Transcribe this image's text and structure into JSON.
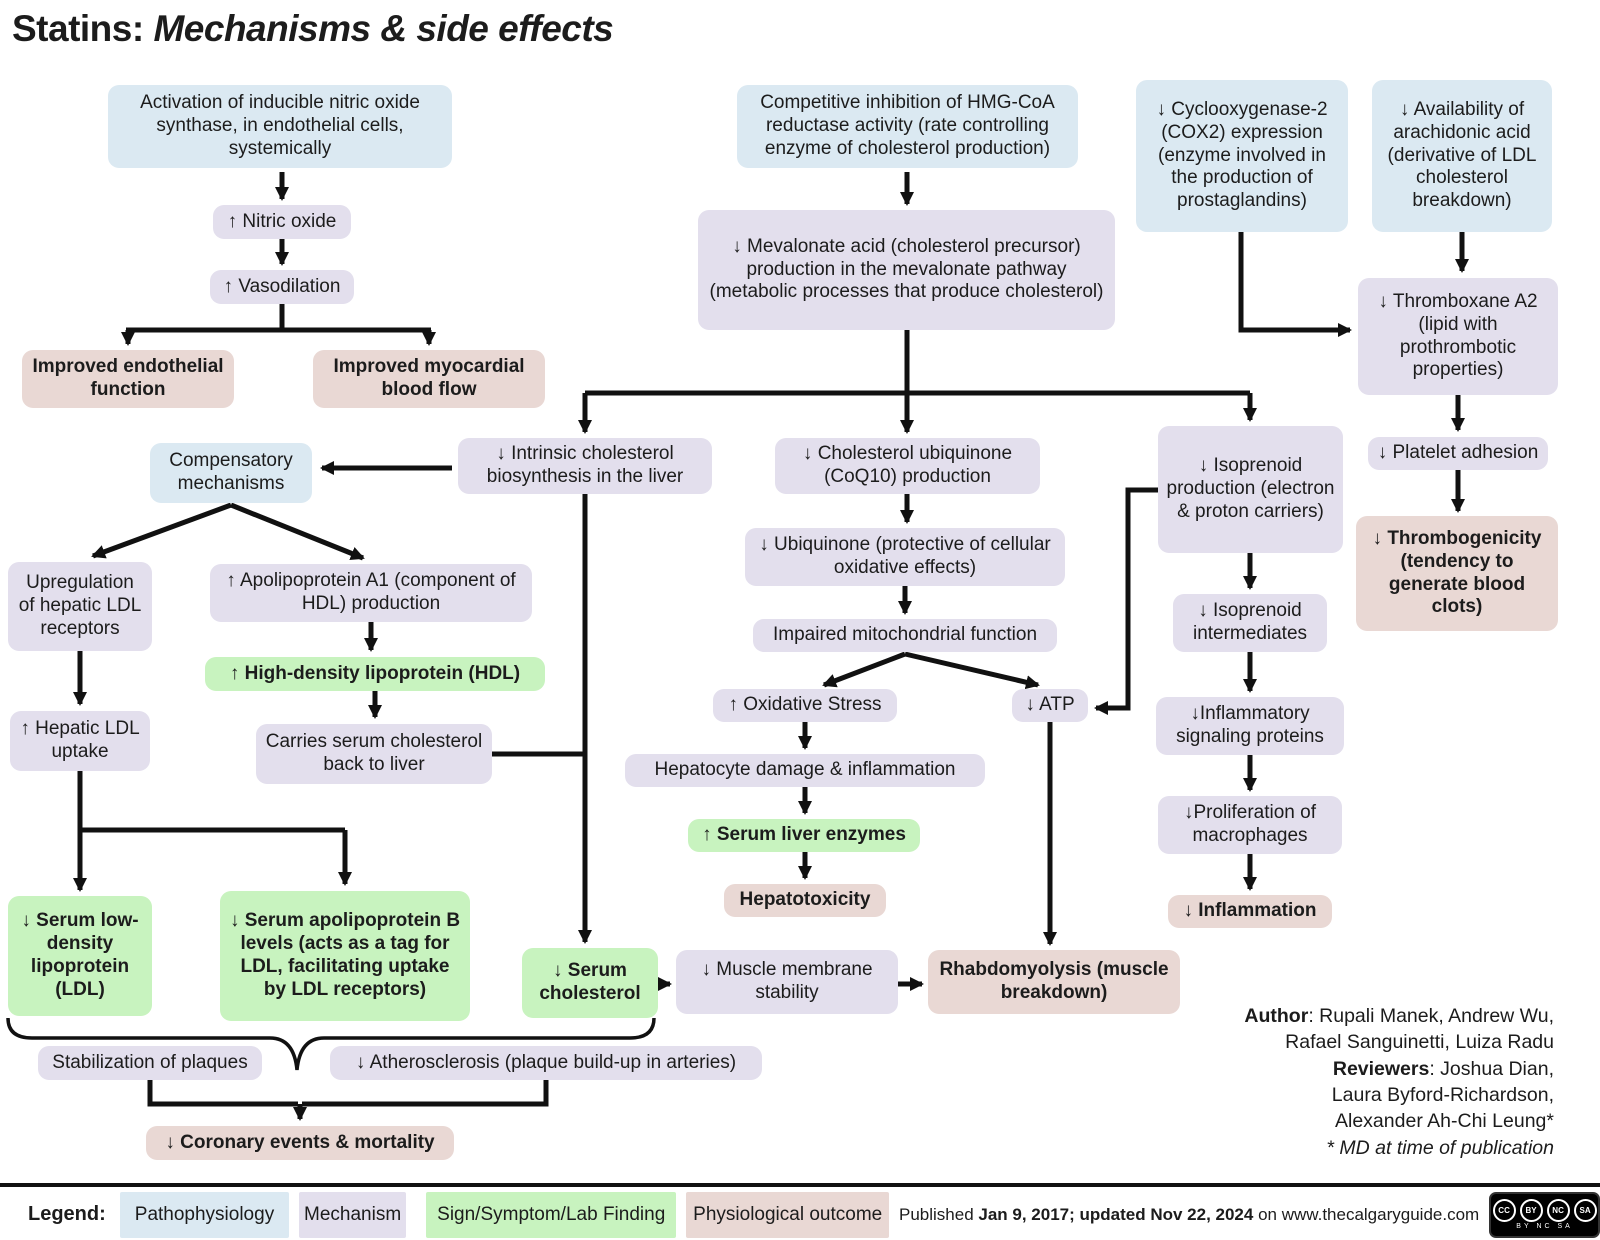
{
  "title": {
    "prefix": "Statins: ",
    "rest": "Mechanisms & side effects"
  },
  "nodes": {
    "inos": "Activation of inducible nitric oxide synthase, in endothelial cells, systemically",
    "nitric_oxide": "↑ Nitric oxide",
    "vasodilation": "↑ Vasodilation",
    "endothelial": "Improved endothelial function",
    "myocardial": "Improved myocardial blood flow",
    "compensatory": "Compensatory mechanisms",
    "intrinsic": "↓ Intrinsic cholesterol biosynthesis in the liver",
    "hmg": "Competitive inhibition of HMG-CoA reductase activity (rate controlling enzyme of cholesterol production)",
    "mevalonate": "↓ Mevalonate acid (cholesterol precursor) production in the mevalonate pathway (metabolic processes that produce cholesterol)",
    "cox2": "↓ Cyclooxygenase-2 (COX2) expression (enzyme involved in the production of prostaglandins)",
    "arachidonic": "↓ Availability of arachidonic acid (derivative of LDL cholesterol breakdown)",
    "thromboxane": "↓ Thromboxane A2 (lipid with prothrombotic properties)",
    "platelet": "↓ Platelet adhesion",
    "thrombogenicity": "↓ Thrombogenicity (tendency to generate blood clots)",
    "coq10": "↓ Cholesterol ubiquinone (CoQ10) production",
    "ubiquinone": "↓ Ubiquinone (protective of cellular oxidative effects)",
    "impaired": "Impaired mitochondrial function",
    "oxidative": "↑ Oxidative Stress",
    "atp": "↓ ATP",
    "hepatocyte": "Hepatocyte damage & inflammation",
    "liver_enzymes": "↑ Serum liver enzymes",
    "hepatotoxicity": "Hepatotoxicity",
    "isoprenoid_prod": "↓ Isoprenoid production (electron & proton carriers)",
    "isoprenoid_int": "↓ Isoprenoid intermediates",
    "inflam_signaling": "↓Inflammatory signaling proteins",
    "proliferation": "↓Proliferation of macrophages",
    "inflammation": "↓ Inflammation",
    "upregulation": "Upregulation of hepatic LDL receptors",
    "apolipoprotein": "↑ Apolipoprotein A1 (component of HDL) production",
    "hdl": "↑ High-density lipoprotein (HDL)",
    "hepatic_uptake": "↑ Hepatic LDL uptake",
    "carries": "Carries serum cholesterol back to liver",
    "serum_ldl": "↓ Serum low-density lipoprotein (LDL)",
    "serum_apob": "↓ Serum apolipoprotein B levels (acts as a tag for LDL, facilitating uptake by LDL receptors)",
    "serum_chol": "↓ Serum cholesterol",
    "muscle": "↓ Muscle membrane stability",
    "rhabdo": "Rhabdomyolysis (muscle breakdown)",
    "stabilization": "Stabilization of plaques",
    "atherosclerosis": "↓ Atherosclerosis (plaque build-up in arteries)",
    "coronary": "↓ Coronary events & mortality"
  },
  "authors": {
    "line1_bold": "Author",
    "line1_rest": ": Rupali Manek, Andrew Wu,",
    "line2": "Rafael Sanguinetti, Luiza Radu",
    "line3_bold": "Reviewers",
    "line3_rest": ": Joshua Dian,",
    "line4": "Laura Byford-Richardson,",
    "line5": "Alexander Ah-Chi Leung*",
    "line6": "* MD at time of publication"
  },
  "footer": {
    "legend_label": "Legend:",
    "items": [
      "Pathophysiology",
      "Mechanism",
      "Sign/Symptom/Lab Finding",
      "Physiological outcome"
    ],
    "published_prefix": "Published ",
    "published_dates": "Jan 9, 2017; updated Nov 22, 2024",
    "published_mid": " on ",
    "site": "www.thecalgaryguide.com",
    "cc_icons": [
      "CC",
      "BY",
      "NC",
      "SA"
    ],
    "cc_caption": "BY NC SA"
  },
  "colors": {
    "pathophysiology": "#dbe9f2",
    "mechanism": "#e3dfed",
    "sign_symptom": "#c8f3bf",
    "outcome": "#e9d8d4",
    "line": "#111111"
  }
}
